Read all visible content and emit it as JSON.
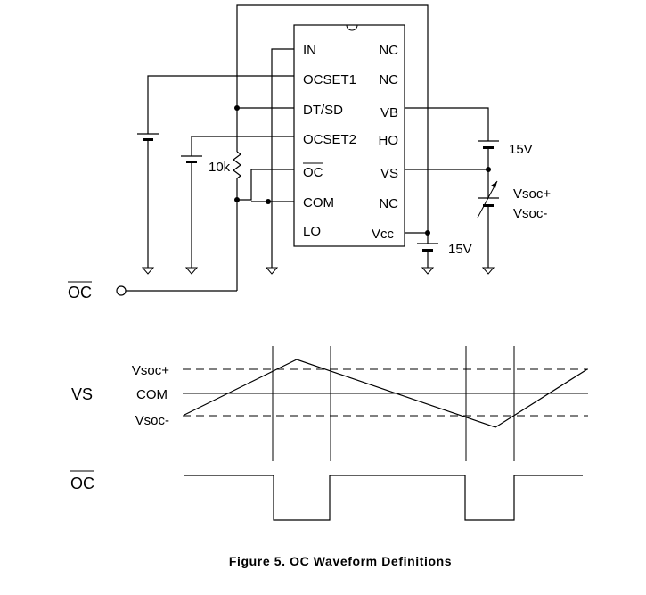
{
  "ic": {
    "left_pins": [
      "IN",
      "OCSET1",
      "DT/SD",
      "OCSET2",
      "OC",
      "COM",
      "LO"
    ],
    "right_pins": [
      "NC",
      "NC",
      "VB",
      "HO",
      "VS",
      "NC",
      "Vcc"
    ]
  },
  "components": {
    "resistor": "10k",
    "vb_supply": "15V",
    "vcc_supply": "15V",
    "vsoc_plus": "Vsoc+",
    "vsoc_minus": "Vsoc-"
  },
  "oc_terminal": "OC",
  "waveform": {
    "vs_label": "VS",
    "oc_label": "OC",
    "levels": [
      "Vsoc+",
      "COM",
      "Vsoc-"
    ]
  },
  "caption": "Figure 5. OC Waveform Definitions"
}
